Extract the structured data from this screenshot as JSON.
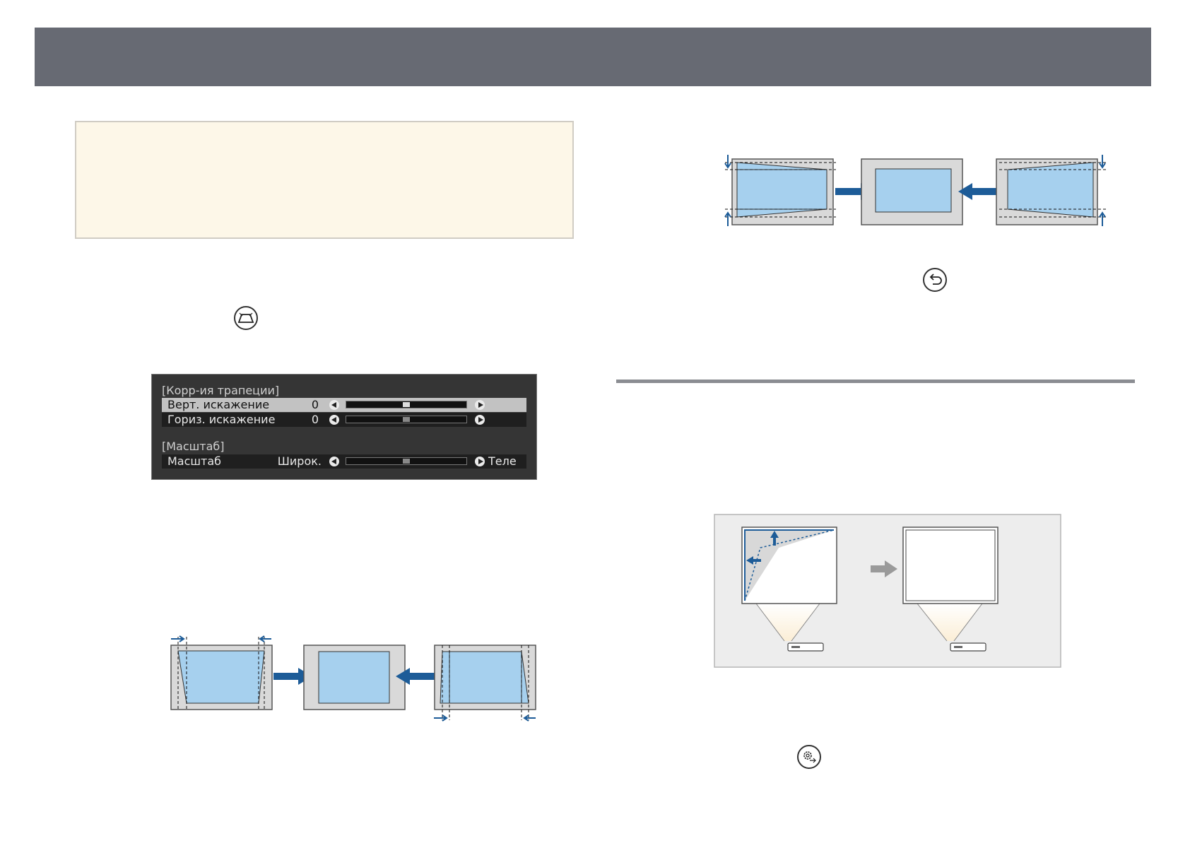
{
  "osd_menu": {
    "keystone_header": "[Корр-ия трапеции]",
    "vertical": {
      "label": "Верт. искажение",
      "value": "0",
      "level": 0.5
    },
    "horizontal": {
      "label": "Гориз. искажение",
      "value": "0",
      "level": 0.5
    },
    "zoom_header": "[Масштаб]",
    "zoom": {
      "label": "Масштаб",
      "wide_label": "Широк.",
      "tele_label": "Теле",
      "level": 0.5
    }
  },
  "icons": {
    "keystone_button": "keystone-icon",
    "back_button": "back-icon",
    "settings_button": "settings-icon"
  },
  "colors": {
    "header_bar": "#676a73",
    "note_background": "#fdf7e8",
    "image_blue": "#a6d0ee",
    "arrow_blue": "#1d5c98",
    "screen_gray": "#d9d9d9"
  }
}
